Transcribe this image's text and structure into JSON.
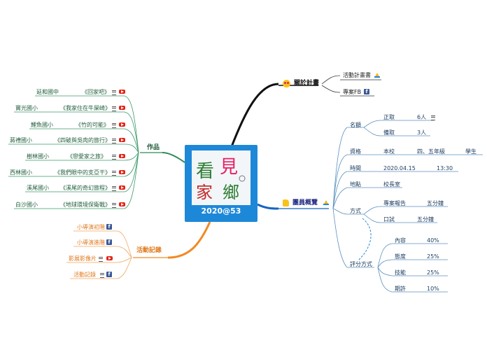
{
  "center": {
    "title": "2020@53",
    "logo_chars": [
      "看",
      "見",
      "家",
      "鄉"
    ]
  },
  "branches": {
    "plan": {
      "label": "關於計畫",
      "items": [
        "活動計畫書",
        "專案FB"
      ]
    },
    "overview": {
      "label": "團員概覽",
      "quota": {
        "label": "名額",
        "rows": [
          {
            "k": "正取",
            "v": "6人"
          },
          {
            "k": "備取",
            "v": "3人"
          }
        ]
      },
      "qualification": {
        "label": "資格",
        "a": "本校",
        "b": "四、五年級",
        "c": "學生"
      },
      "time": {
        "label": "時間",
        "date": "2020.04.15",
        "clock": "13:30"
      },
      "place": {
        "label": "地點",
        "value": "校長室"
      },
      "method": {
        "label": "方式",
        "rows": [
          {
            "k": "專案報告",
            "v": "五分鐘"
          },
          {
            "k": "口試",
            "v": "五分鐘"
          }
        ]
      },
      "scoring": {
        "label": "評分方式",
        "rows": [
          {
            "k": "內容",
            "v": "40%"
          },
          {
            "k": "態度",
            "v": "25%"
          },
          {
            "k": "技能",
            "v": "25%"
          },
          {
            "k": "期許",
            "v": "10%"
          }
        ]
      }
    },
    "works": {
      "label": "作品",
      "rows": [
        {
          "school": "延和國中",
          "title": "《回家吧》"
        },
        {
          "school": "竇光國小",
          "title": "《我家住在牛屎崎》"
        },
        {
          "school": "鯉魚國小",
          "title": "《竹的可能》"
        },
        {
          "school": "蔣禮國小",
          "title": "《四破與吳肉的旅行》"
        },
        {
          "school": "樹林國小",
          "title": "《戀愛家之旅》"
        },
        {
          "school": "西林國小",
          "title": "《我們眼中的支亞干》"
        },
        {
          "school": "溪尾國小",
          "title": "《溪尾的奇幻旅程》"
        },
        {
          "school": "白沙國小",
          "title": "《地球環境保衛戰》"
        }
      ]
    },
    "events": {
      "label": "活動記錄",
      "items": [
        "小導演初階",
        "小導演進階",
        "影展影像片",
        "活動記錄"
      ]
    }
  },
  "colors": {
    "blue": "#1e88d8",
    "plan_branch": "#111111",
    "overview_branch": "#1565c0",
    "works_branch": "#2e8b57",
    "events_branch": "#f08a24"
  },
  "icons": [
    "heart-eyes-icon",
    "thumbs-up-icon",
    "google-drive-icon",
    "facebook-icon",
    "youtube-icon",
    "note-icon"
  ]
}
